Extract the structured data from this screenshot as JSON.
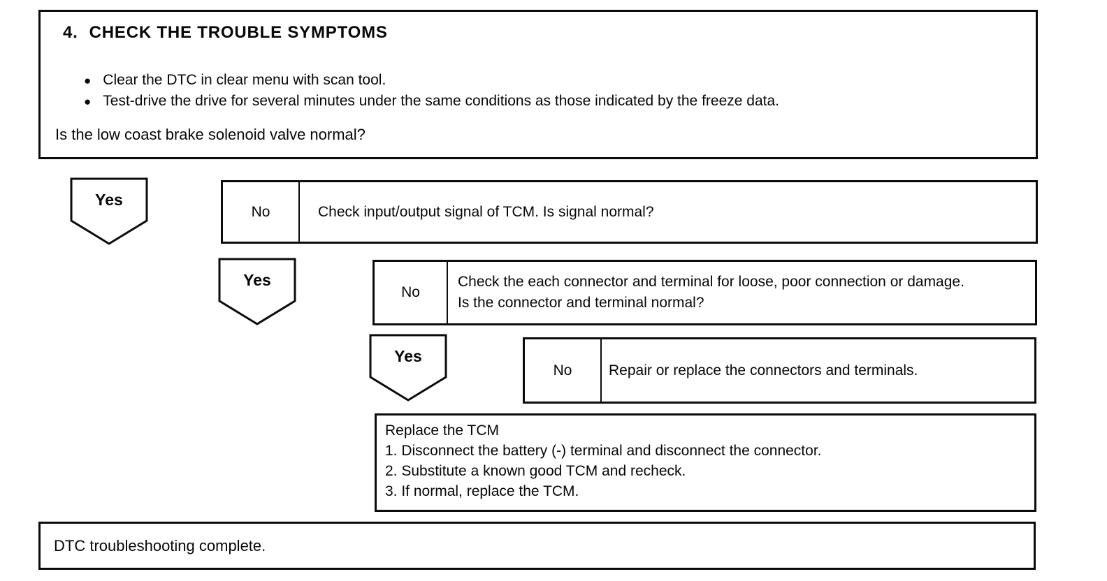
{
  "colors": {
    "ink": "#0b0b0b",
    "paper": "#ffffff"
  },
  "icons": {
    "bullet": "●"
  },
  "step": {
    "number": "4.",
    "title": "CHECK THE TROUBLE SYMPTOMS",
    "bullets": [
      "Clear the DTC in clear menu with scan tool.",
      "Test-drive the drive for several minutes under the same conditions as those indicated by the freeze data."
    ],
    "question": "Is the low coast brake solenoid valve normal?"
  },
  "decisions": [
    {
      "yes_label": "Yes",
      "no_label": "No",
      "no_text": "Check input/output signal of TCM. Is signal normal?"
    },
    {
      "yes_label": "Yes",
      "no_label": "No",
      "no_text": "Check the each connector and terminal for loose, poor connection or damage. Is the connector and terminal normal?"
    },
    {
      "yes_label": "Yes",
      "no_label": "No",
      "no_text": "Repair or replace the connectors and terminals."
    }
  ],
  "replace_tcm": {
    "title": "Replace the TCM",
    "steps": [
      "1. Disconnect the battery (-) terminal and disconnect the connector.",
      "2. Substitute a known good TCM and recheck.",
      "3. If normal, replace the TCM."
    ]
  },
  "result": {
    "text": "DTC troubleshooting complete."
  }
}
